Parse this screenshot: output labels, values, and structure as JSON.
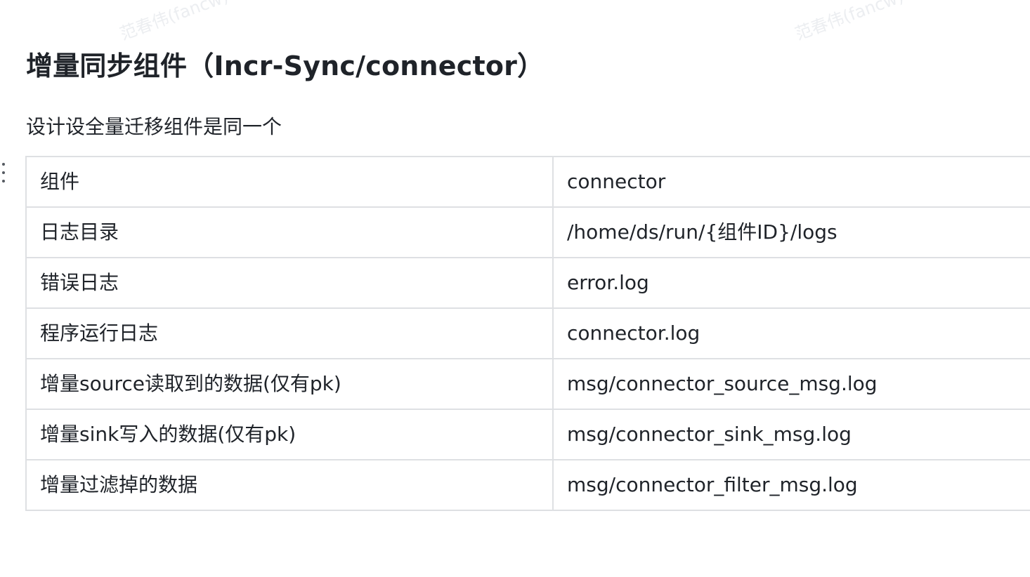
{
  "watermark": "范春伟(fancw)",
  "heading": "增量同步组件（Incr-Sync/connector）",
  "intro": "设计设全量迁移组件是同一个",
  "block_handle_icon": "drag-handle-icon",
  "table": {
    "rows": [
      {
        "key": "组件",
        "value": "connector"
      },
      {
        "key": "日志目录",
        "value": "/home/ds/run/{组件ID}/logs"
      },
      {
        "key": "错误日志",
        "value": "error.log"
      },
      {
        "key": "程序运行日志",
        "value": "connector.log"
      },
      {
        "key": "增量source读取到的数据(仅有pk)",
        "value": "msg/connector_source_msg.log"
      },
      {
        "key": "增量sink写入的数据(仅有pk)",
        "value": "msg/connector_sink_msg.log"
      },
      {
        "key": "增量过滤掉的数据",
        "value": "msg/connector_filter_msg.log"
      }
    ]
  }
}
